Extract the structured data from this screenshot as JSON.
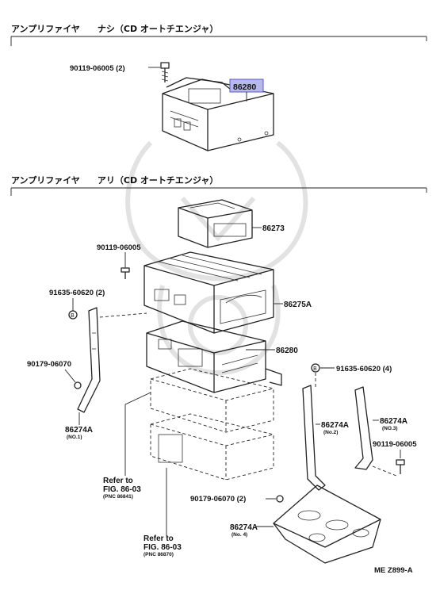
{
  "sections": [
    {
      "title": "アンプリファイヤ　　ナシ（CD オートチエンジャ）"
    },
    {
      "title": "アンプリファイヤ　　アリ（CD オートチエンジャ）"
    }
  ],
  "callouts": {
    "c1_bolt": "90119-06005 (2)",
    "c1_amp": "86280",
    "c2_changer_top": "86273",
    "c2_bolt": "90119-06005",
    "c2_clip_left": "91635-60620 (2)",
    "c2_changer": "86275A",
    "c2_amp": "86280",
    "c2_screw_left": "90179-06070",
    "c2_clip_right": "91635-60620 (4)",
    "c2_bracket1": "86274A",
    "c2_bracket1_no": "(NO.1)",
    "c2_bracket2": "86274A",
    "c2_bracket2_no": "(No.2)",
    "c2_bracket3": "86274A",
    "c2_bracket3_no": "(NO.3)",
    "c2_bolt_right": "90119-06005",
    "c2_refer1_a": "Refer to",
    "c2_refer1_b": "FIG. 86-03",
    "c2_refer1_c": "(PNC 86841)",
    "c2_screw_bottom": "90179-06070 (2)",
    "c2_bracket4": "86274A",
    "c2_bracket4_no": "(No. 4)",
    "c2_refer2_a": "Refer to",
    "c2_refer2_b": "FIG. 86-03",
    "c2_refer2_c": "(PNC 86870)",
    "figure_id": "ME Z899-A"
  },
  "colors": {
    "highlight_fill": "#b7b8ee",
    "highlight_stroke": "#5a5acc",
    "line": "#222222",
    "watermark": "#e2e2e2"
  }
}
